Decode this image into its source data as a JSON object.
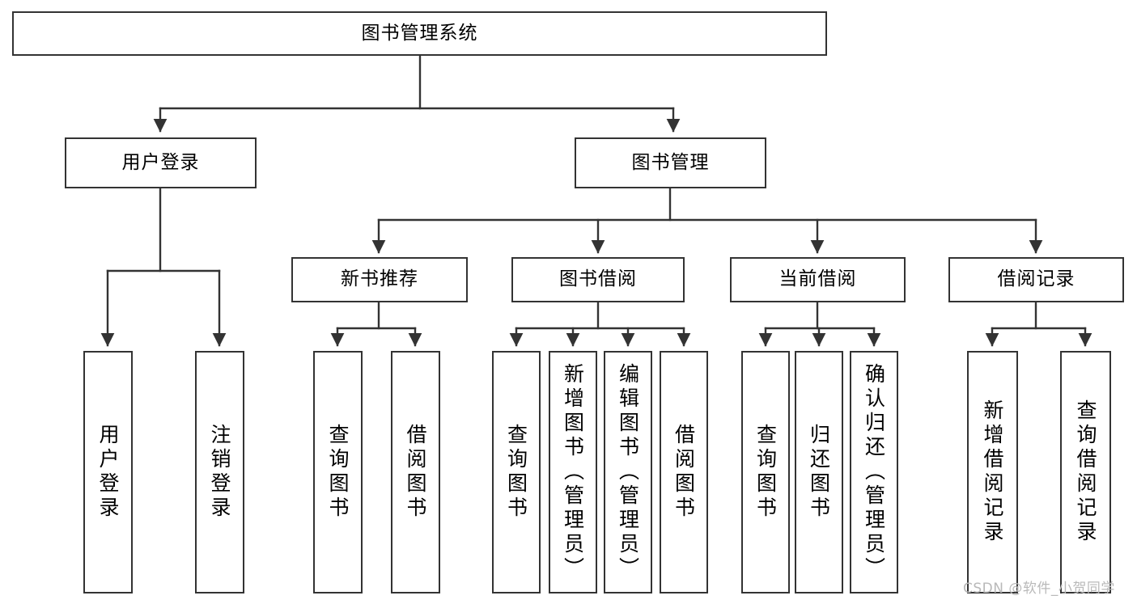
{
  "diagram": {
    "type": "tree",
    "title": "图书管理系统",
    "orientation": "top-down",
    "stroke_color": "#333333",
    "fill_color": "#ffffff",
    "text_color": "#000000",
    "nodes": {
      "root": {
        "label": "图书管理系统"
      },
      "level2": [
        {
          "label": "用户登录"
        },
        {
          "label": "图书管理"
        }
      ],
      "level3": [
        {
          "label": "新书推荐"
        },
        {
          "label": "图书借阅"
        },
        {
          "label": "当前借阅"
        },
        {
          "label": "借阅记录"
        }
      ],
      "leaves": {
        "user_login": [
          {
            "label": "用户登录"
          },
          {
            "label": "注销登录"
          }
        ],
        "new_book": [
          {
            "label": "查询图书"
          },
          {
            "label": "借阅图书"
          }
        ],
        "book_borrow": [
          {
            "label": "查询图书"
          },
          {
            "label": "新增图书（管理员）"
          },
          {
            "label": "编辑图书（管理员）"
          },
          {
            "label": "借阅图书"
          }
        ],
        "current_borrow": [
          {
            "label": "查询图书"
          },
          {
            "label": "归还图书"
          },
          {
            "label": "确认归还（管理员）"
          }
        ],
        "borrow_record": [
          {
            "label": "新增借阅记录"
          },
          {
            "label": "查询借阅记录"
          }
        ]
      }
    }
  },
  "watermark": {
    "text": "CSDN @软件_小贺同学"
  }
}
